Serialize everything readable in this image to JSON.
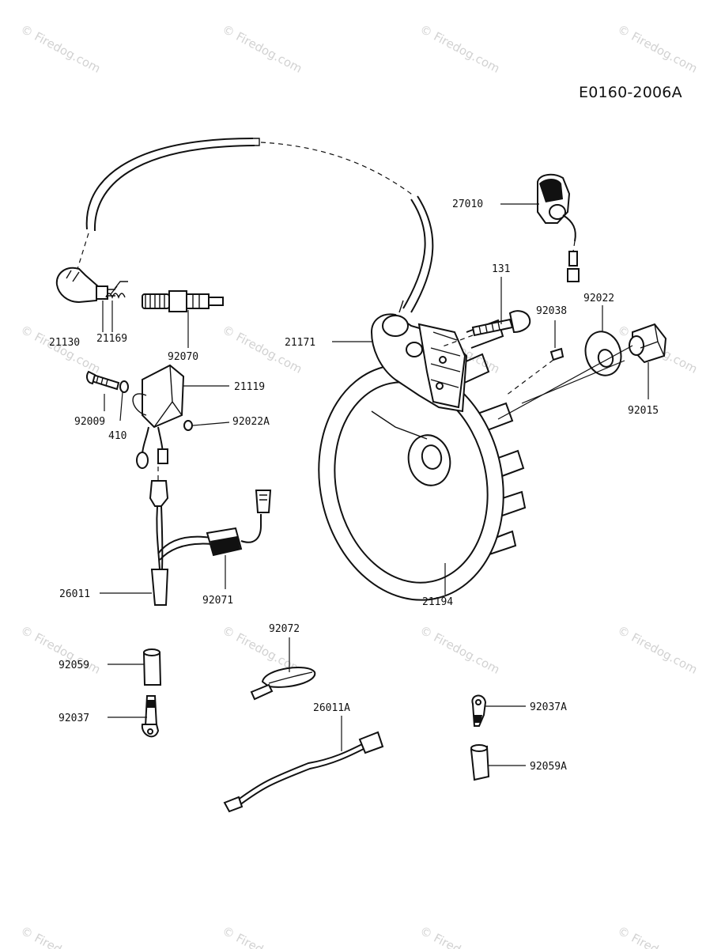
{
  "diagram_code": "E0160-2006A",
  "watermark": {
    "text": "Firedog.com",
    "symbol": "©"
  },
  "parts": [
    {
      "id": "p-27010",
      "number": "27010"
    },
    {
      "id": "p-131",
      "number": "131"
    },
    {
      "id": "p-92038",
      "number": "92038"
    },
    {
      "id": "p-92022",
      "number": "92022"
    },
    {
      "id": "p-21171",
      "number": "21171"
    },
    {
      "id": "p-92015",
      "number": "92015"
    },
    {
      "id": "p-21130",
      "number": "21130"
    },
    {
      "id": "p-21169",
      "number": "21169"
    },
    {
      "id": "p-92070",
      "number": "92070"
    },
    {
      "id": "p-21119",
      "number": "21119"
    },
    {
      "id": "p-92009",
      "number": "92009"
    },
    {
      "id": "p-410",
      "number": "410"
    },
    {
      "id": "p-92022A",
      "number": "92022A"
    },
    {
      "id": "p-26011",
      "number": "26011"
    },
    {
      "id": "p-92071",
      "number": "92071"
    },
    {
      "id": "p-21194",
      "number": "21194"
    },
    {
      "id": "p-92072",
      "number": "92072"
    },
    {
      "id": "p-92059",
      "number": "92059"
    },
    {
      "id": "p-92037",
      "number": "92037"
    },
    {
      "id": "p-26011A",
      "number": "26011A"
    },
    {
      "id": "p-92037A",
      "number": "92037A"
    },
    {
      "id": "p-92059A",
      "number": "92059A"
    }
  ]
}
